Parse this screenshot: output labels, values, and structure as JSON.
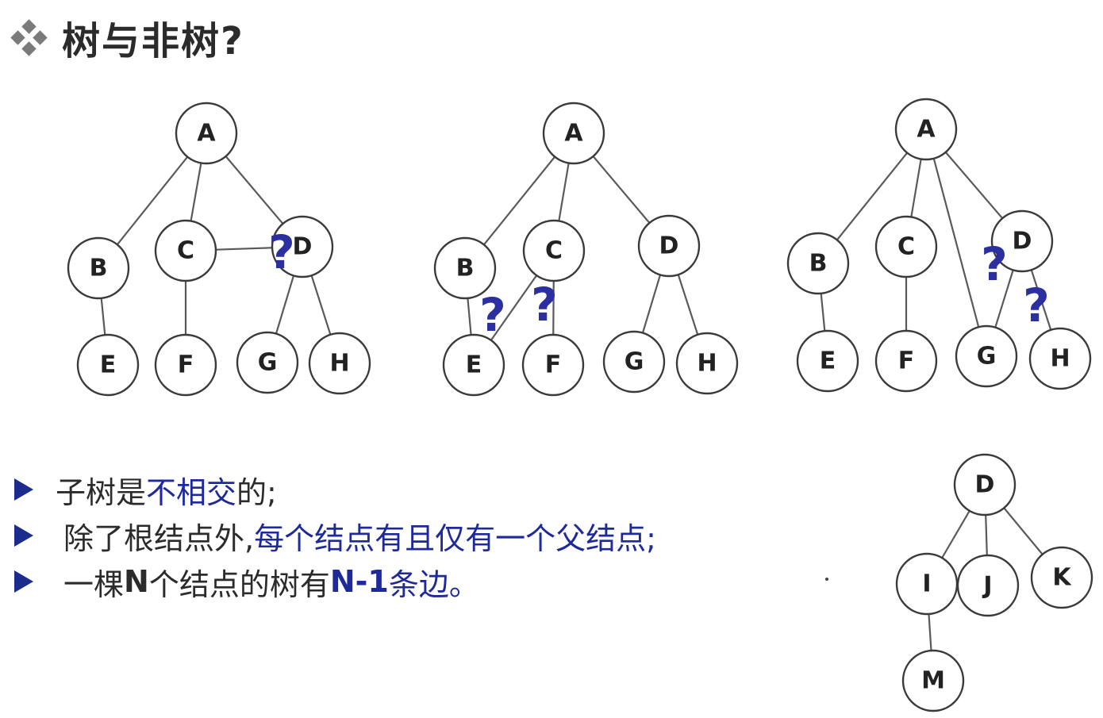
{
  "title": "树与非树?",
  "diagrams": [
    {
      "nodes": [
        "A",
        "B",
        "C",
        "D",
        "E",
        "F",
        "G",
        "H"
      ],
      "edges": [
        [
          "A",
          "B"
        ],
        [
          "A",
          "C"
        ],
        [
          "A",
          "D"
        ],
        [
          "B",
          "E"
        ],
        [
          "C",
          "F"
        ],
        [
          "D",
          "G"
        ],
        [
          "D",
          "H"
        ],
        [
          "C",
          "D"
        ]
      ],
      "question_marks": [
        "?"
      ]
    },
    {
      "nodes": [
        "A",
        "B",
        "C",
        "D",
        "E",
        "F",
        "G",
        "H"
      ],
      "edges": [
        [
          "A",
          "B"
        ],
        [
          "A",
          "C"
        ],
        [
          "A",
          "D"
        ],
        [
          "B",
          "E"
        ],
        [
          "C",
          "F"
        ],
        [
          "D",
          "G"
        ],
        [
          "D",
          "H"
        ],
        [
          "C",
          "E"
        ]
      ],
      "question_marks": [
        "?",
        "?"
      ]
    },
    {
      "nodes": [
        "A",
        "B",
        "C",
        "D",
        "E",
        "F",
        "G",
        "H"
      ],
      "edges": [
        [
          "A",
          "B"
        ],
        [
          "A",
          "C"
        ],
        [
          "A",
          "D"
        ],
        [
          "A",
          "G"
        ],
        [
          "B",
          "E"
        ],
        [
          "C",
          "F"
        ],
        [
          "D",
          "G"
        ],
        [
          "D",
          "H"
        ]
      ],
      "question_marks": [
        "?",
        "?"
      ]
    },
    {
      "nodes": [
        "D",
        "I",
        "J",
        "K",
        "M"
      ],
      "edges": [
        [
          "D",
          "I"
        ],
        [
          "D",
          "J"
        ],
        [
          "D",
          "K"
        ],
        [
          "I",
          "M"
        ]
      ],
      "question_marks": []
    }
  ],
  "bullets": [
    {
      "segments": [
        {
          "text": "子树是",
          "style": "plain"
        },
        {
          "text": "不相交",
          "style": "blue"
        },
        {
          "text": "的;",
          "style": "plain"
        }
      ]
    },
    {
      "segments": [
        {
          "text": "除了根结点外,",
          "style": "plain"
        },
        {
          "text": "每个结点有且仅有一个父结点;",
          "style": "blue"
        }
      ]
    },
    {
      "segments": [
        {
          "text": "一棵",
          "style": "plain"
        },
        {
          "text": "N",
          "style": "bold"
        },
        {
          "text": "个结点的树有",
          "style": "plain"
        },
        {
          "text": "N-1",
          "style": "blue-bold"
        },
        {
          "text": "条边。",
          "style": "blue"
        }
      ]
    }
  ],
  "colors": {
    "accent_blue": "#1e2a9a",
    "question_mark": "#2b2fa0",
    "text": "#2b2b2b",
    "node_stroke": "#3a3a3a"
  }
}
